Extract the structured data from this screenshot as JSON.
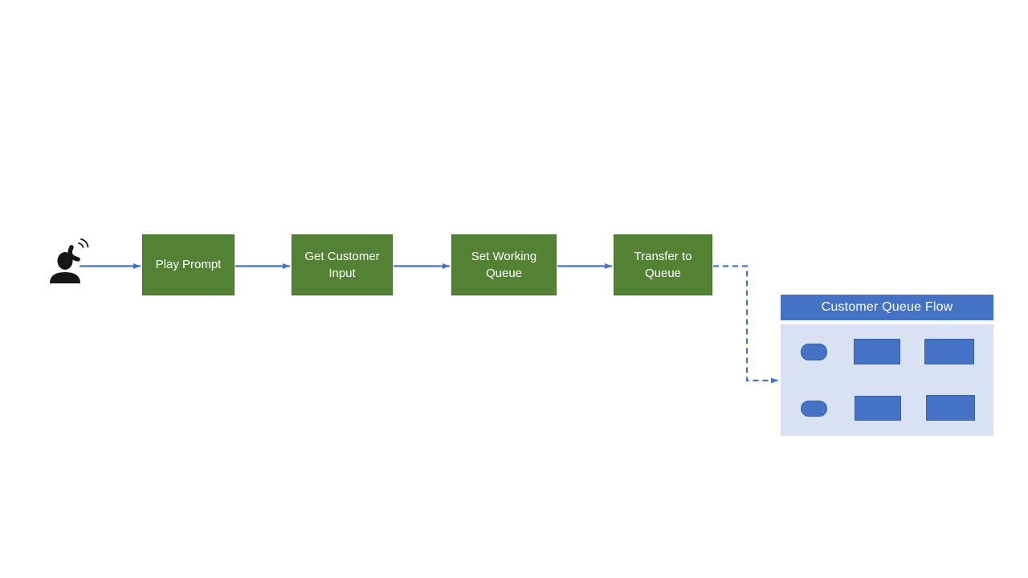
{
  "flow": {
    "caller_icon": "person-with-phone",
    "steps": [
      {
        "label": "Play Prompt"
      },
      {
        "label": "Get Customer Input"
      },
      {
        "label": "Set Working Queue"
      },
      {
        "label": "Transfer to Queue"
      }
    ],
    "connections": [
      {
        "from": "caller",
        "to": "Play Prompt",
        "style": "solid-arrow"
      },
      {
        "from": "Play Prompt",
        "to": "Get Customer Input",
        "style": "solid-arrow"
      },
      {
        "from": "Get Customer Input",
        "to": "Set Working Queue",
        "style": "solid-arrow"
      },
      {
        "from": "Set Working Queue",
        "to": "Transfer to Queue",
        "style": "solid-arrow"
      },
      {
        "from": "Transfer to Queue",
        "to": "Customer Queue Flow",
        "style": "dashed-arrow"
      }
    ]
  },
  "queue_panel": {
    "title": "Customer Queue Flow",
    "nodes": [
      {
        "id": "start",
        "shape": "pill"
      },
      {
        "id": "process-1",
        "shape": "rect"
      },
      {
        "id": "process-2",
        "shape": "rect"
      },
      {
        "id": "process-3",
        "shape": "rect"
      },
      {
        "id": "process-4",
        "shape": "rect"
      },
      {
        "id": "end",
        "shape": "pill"
      }
    ],
    "edges": [
      "start→process-1",
      "process-1→process-2",
      "process-2→process-3",
      "process-3→process-4",
      "process-4→end"
    ]
  },
  "colors": {
    "background": "#FFFFFF",
    "step_fill": "#548235",
    "step_text": "#FFFFFF",
    "connector_blue": "#4472C4",
    "panel_header_fill": "#4472C4",
    "panel_body_fill": "#D9E2F3",
    "node_fill": "#4472C4",
    "caller_icon_color": "#161616"
  }
}
